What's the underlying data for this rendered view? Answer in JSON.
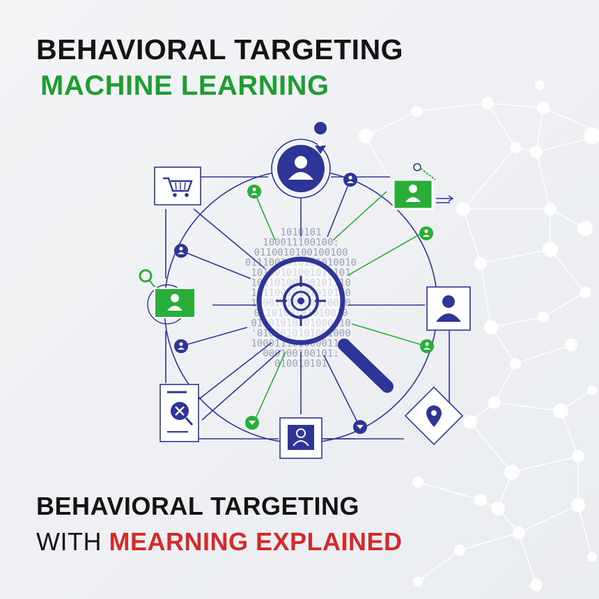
{
  "heading": {
    "line1": "BEHAVIORAL TARGETING",
    "line2": "MACHINE LEARNING"
  },
  "footer": {
    "line1": "BEHAVIORAL TARGETING",
    "line2_prefix": "WITH",
    "line2_highlight": "MEARNING EXPLAINED"
  },
  "binary_rows": [
    "1010101",
    "100011100100:",
    "0110010100100100",
    "0111001010101010010",
    "10100101001010101",
    "10110100000101110",
    "10110010101010110",
    "10001010100010010",
    "0110100101010010",
    "01001010101000110",
    "'0101010101001000",
    "10001110100001101",
    "000100100101:",
    "010010101"
  ],
  "colors": {
    "navy": "#2f3596",
    "green": "#2aae3a",
    "red": "#d42a2a",
    "text_dark": "#141414",
    "network": "#ffffff"
  },
  "icons": {
    "top_user": "user-location-icon",
    "cart": "shopping-cart-icon",
    "left_profile": "profile-card-icon",
    "right_profile": "user-card-icon",
    "top_right_profile": "profile-share-icon",
    "document": "document-search-icon",
    "bottom_profile": "profile-frame-icon",
    "location": "location-pin-icon",
    "center": "magnifier-target-icon"
  }
}
